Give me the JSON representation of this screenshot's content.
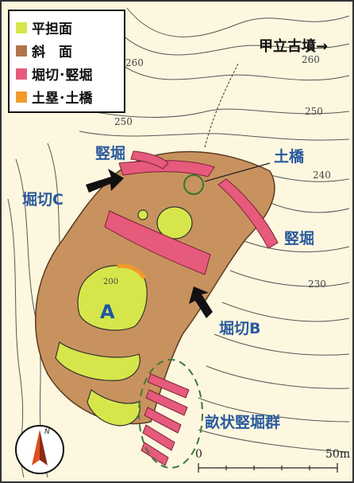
{
  "legend": {
    "items": [
      {
        "label": "平担面",
        "color": "#d6e64a"
      },
      {
        "label": "斜　面",
        "color": "#b0744a"
      },
      {
        "label": "堀切･竪堀",
        "color": "#e65a7c"
      },
      {
        "label": "土塁･土橋",
        "color": "#f29a2a"
      }
    ]
  },
  "labels": {
    "kofun": "甲立古墳→",
    "tatebori_top": "竪堀",
    "dobashi": "土橋",
    "horikiri_c": "堀切C",
    "tatebori_right": "竪堀",
    "horikiri_b": "堀切B",
    "area_a": "A",
    "tatebori_group": "畝状竪堀群"
  },
  "contours": {
    "c260_left": "260",
    "c260_right": "260",
    "c250_left": "250",
    "c250_right": "250",
    "c240": "240",
    "c230": "230",
    "c200": "200"
  },
  "scale": {
    "start": "0",
    "end": "50m"
  },
  "compass": {
    "letter": "N"
  }
}
